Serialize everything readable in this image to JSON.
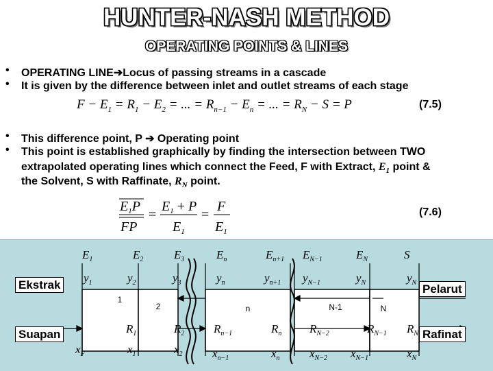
{
  "title": "HUNTER-NASH METHOD",
  "subtitle": "OPERATING POINTS & LINES",
  "bullets1": {
    "line1_a": "OPERATING LINE",
    "line1_b": "Locus of passing streams in a cascade",
    "line2": "It is given by the difference between inlet and outlet streams of each stage"
  },
  "eq1": {
    "text": "F − E₁ = R₁ − E₂ = ... = Rₙ₋₁ − Eₙ = ... = R_N − S = P",
    "number": "(7.5)"
  },
  "bullets2": {
    "line1_a": "This difference point, P ",
    "line1_b": " Operating point",
    "line2": "This point is established graphically by finding the intersection between TWO",
    "line3_a": "extrapolated operating lines which connect the Feed, F with Extract, ",
    "line3_var": "E",
    "line3_sub": "1",
    "line3_b": " point &",
    "line4_a": "the Solvent, S with Raffinate, ",
    "line4_var": "R",
    "line4_sub": "N",
    "line4_b": " point."
  },
  "eq2": {
    "number": "(7.6)"
  },
  "diagram": {
    "label_extract": "Ekstrak",
    "label_product": "Pelarut",
    "label_solvent": "Suapan",
    "label_raffinate": "Rafinat",
    "stages": [
      "1",
      "2",
      "n",
      "N-1",
      "N"
    ],
    "top_E": [
      "E1",
      "E2",
      "E3",
      "En",
      "En+1",
      "EN−1",
      "EN",
      "S"
    ],
    "top_y": [
      "y1",
      "y2",
      "y3",
      "yn",
      "yn+1",
      "yN−1",
      "yN",
      "yN"
    ],
    "bottom_R": [
      "R1",
      "R2",
      "Rn−1",
      "Rn",
      "RN−2",
      "RN−1",
      "RN"
    ],
    "bottom_x": [
      "xF",
      "x1",
      "x2",
      "xn−1",
      "xn",
      "xN−2",
      "xN−1",
      "xN"
    ],
    "background_color": "#b8dbe0"
  }
}
